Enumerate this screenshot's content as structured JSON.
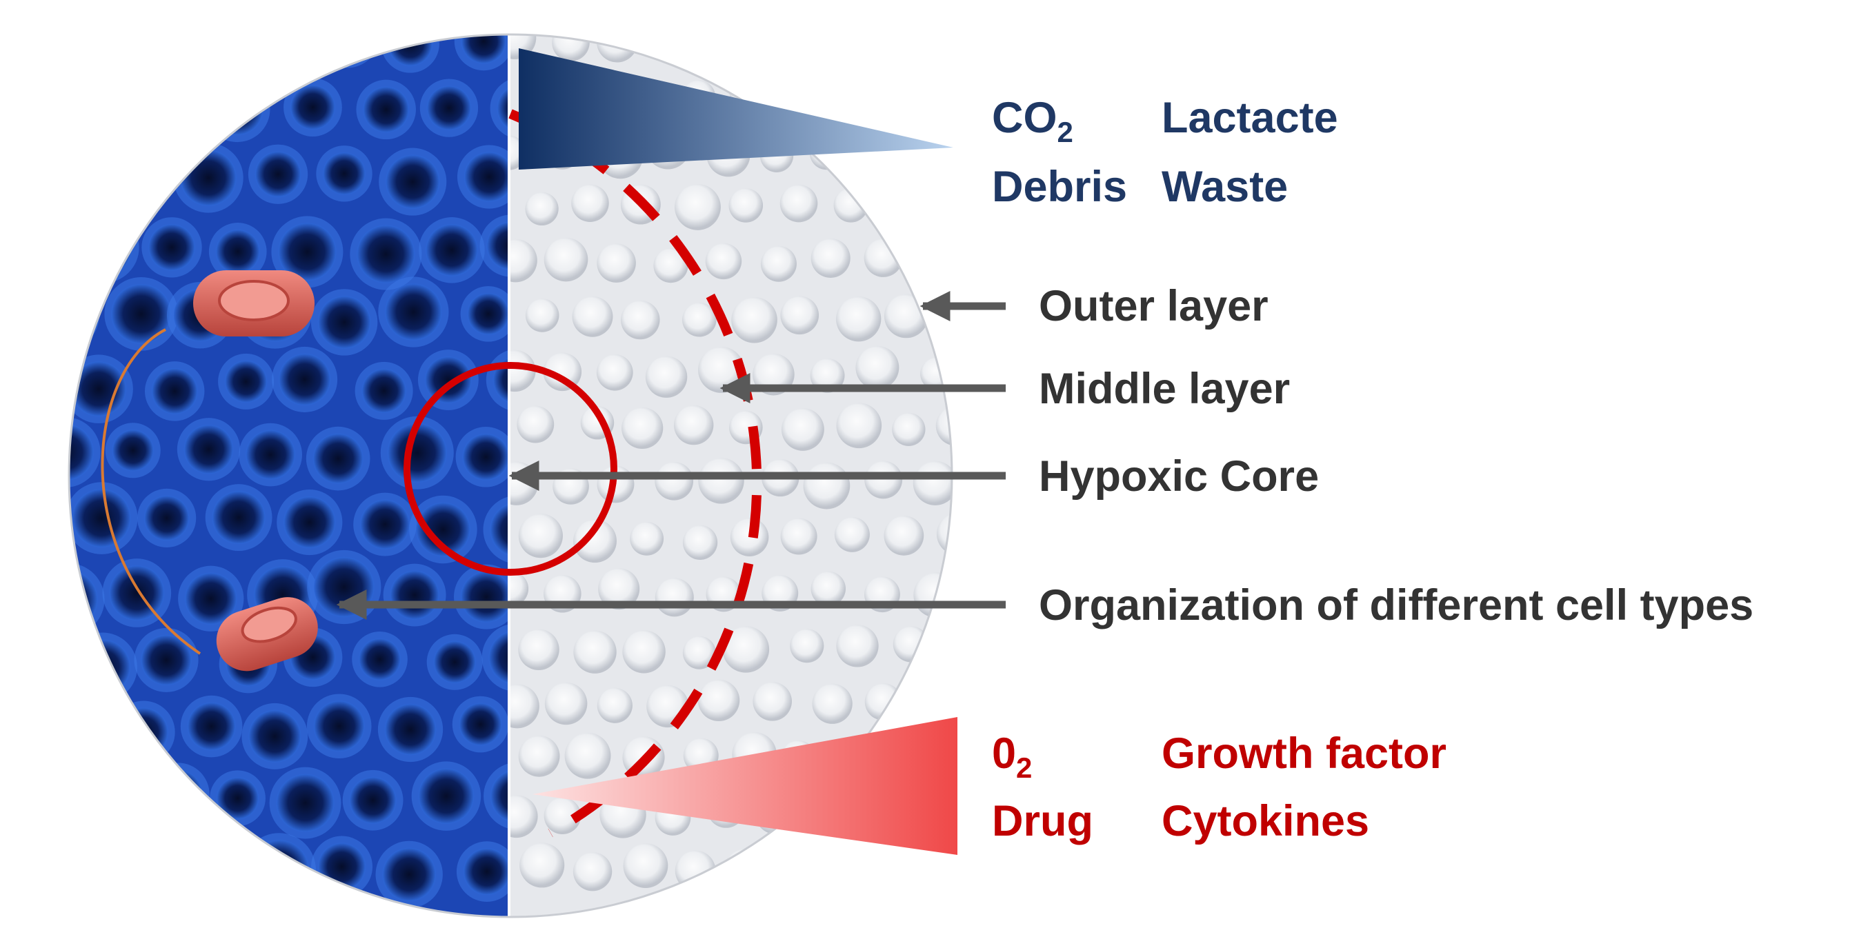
{
  "colors": {
    "left_half": "#1c46b4",
    "right_half": "#e6e8ec",
    "dashed_boundary": "#d40000",
    "arrows": "#595959",
    "label_text": "#333333",
    "waste_text": "#1f3864",
    "nutrient_text": "#c00000",
    "waste_wedge_dark": "#0f2f63",
    "waste_wedge_light": "#b9d2ee",
    "nutrient_wedge_light": "#fde2e2",
    "nutrient_wedge_dark": "#f04848",
    "cell": "#e0665c"
  },
  "waste": {
    "co2": "CO",
    "co2_sub": "2",
    "lactate": "Lactacte",
    "debris": "Debris",
    "waste": "Waste"
  },
  "nutrients": {
    "o2": "0",
    "o2_sub": "2",
    "growth_factor": "Growth factor",
    "drug": "Drug",
    "cytokines": "Cytokines"
  },
  "layers": {
    "outer": "Outer layer",
    "middle": "Middle layer",
    "core": "Hypoxic Core",
    "organization": "Organization of different cell types"
  }
}
